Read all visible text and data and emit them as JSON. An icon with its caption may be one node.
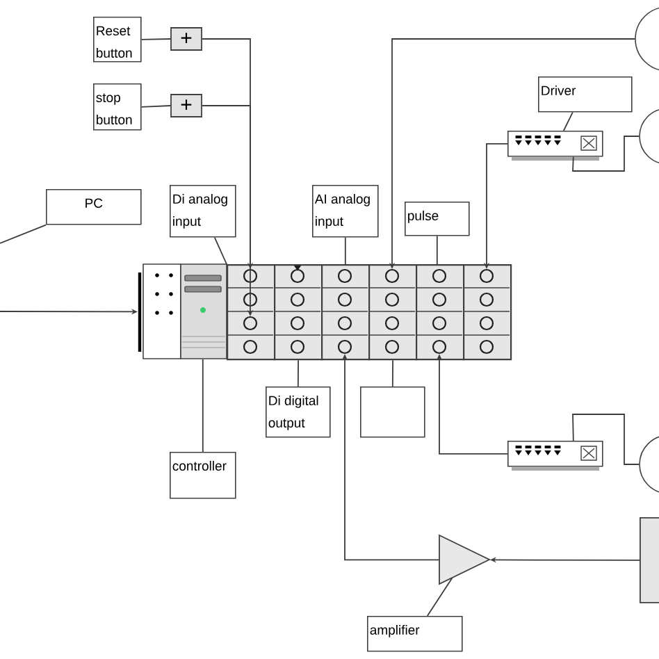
{
  "diagram": {
    "nodes": [
      {
        "text": [
          "Reset button"
        ]
      },
      {
        "text": [
          "+"
        ]
      },
      {
        "text": [],
        "shape": "circle"
      },
      {
        "text": [
          "stop button"
        ]
      },
      {
        "text": [
          "+"
        ]
      },
      {
        "text": [
          "Driver"
        ]
      },
      {
        "text": [],
        "shape": "picture"
      },
      {
        "text": [],
        "shape": "circle"
      },
      {
        "text": [
          "PC"
        ]
      },
      {
        "text": [
          "Di analog input"
        ]
      },
      {
        "text": [
          "AI analog input"
        ]
      },
      {
        "text": [
          "pulse"
        ]
      },
      {
        "text": [],
        "shape": "picture"
      },
      {
        "text": [],
        "shape": "box"
      },
      {
        "text": [],
        "shape": "circle",
        "in": 13
      },
      {
        "text": [],
        "shape": "circle",
        "in": 13
      },
      {
        "text": [],
        "shape": "box"
      },
      {
        "text": [],
        "shape": "box"
      },
      {
        "text": [],
        "shape": "circle",
        "in": 17
      },
      {
        "text": [],
        "shape": "box"
      },
      {
        "text": [],
        "shape": "circle",
        "in": 19
      },
      {
        "text": [],
        "shape": "box"
      },
      {
        "text": [],
        "shape": "circle",
        "in": 21
      },
      {
        "text": [],
        "shape": "box"
      },
      {
        "text": [],
        "shape": "circle",
        "in": 23
      },
      {
        "text": [
          "Di digital output"
        ]
      },
      {
        "text": [],
        "shape": "box"
      },
      {
        "text": [],
        "shape": "picture"
      },
      {
        "text": [],
        "shape": "circle"
      },
      {
        "text": [
          "controller"
        ]
      },
      {
        "text": [],
        "shape": "triangle"
      },
      {
        "text": [],
        "shape": "box"
      },
      {
        "text": [
          "amplifier"
        ]
      }
    ],
    "edges": [
      {
        "from": 0,
        "to": 1,
        "arrow": "none"
      },
      {
        "from": 1,
        "to": 14,
        "arrow": "to"
      },
      {
        "from": 3,
        "to": 4,
        "arrow": "none"
      },
      {
        "from": 4,
        "to": 15,
        "arrow": "to"
      },
      {
        "from": 2,
        "to": 20,
        "arrow": "to"
      },
      {
        "from": 5,
        "to": 6,
        "arrow": "none"
      },
      {
        "from": 6,
        "to": 24,
        "arrow": "to"
      },
      {
        "from": 6,
        "to": 7,
        "arrow": "none"
      },
      {
        "from": 8,
        "to": null,
        "arrow": "none"
      },
      {
        "from": null,
        "to": 12,
        "arrow": "to"
      },
      {
        "from": 9,
        "to": 13,
        "arrow": "none"
      },
      {
        "from": 10,
        "to": 17,
        "arrow": "none"
      },
      {
        "from": 11,
        "to": 21,
        "arrow": "none"
      },
      {
        "from": 25,
        "to": 16,
        "arrow": "none"
      },
      {
        "from": 26,
        "to": 19,
        "arrow": "none"
      },
      {
        "from": 29,
        "to": 12,
        "arrow": "none"
      },
      {
        "from": 27,
        "to": 22,
        "arrow": "to"
      },
      {
        "from": 27,
        "to": 28,
        "arrow": "none"
      },
      {
        "from": 30,
        "to": 18,
        "arrow": "to"
      },
      {
        "from": 31,
        "to": 30,
        "arrow": "to"
      },
      {
        "from": 32,
        "to": 30,
        "arrow": "none"
      }
    ]
  }
}
